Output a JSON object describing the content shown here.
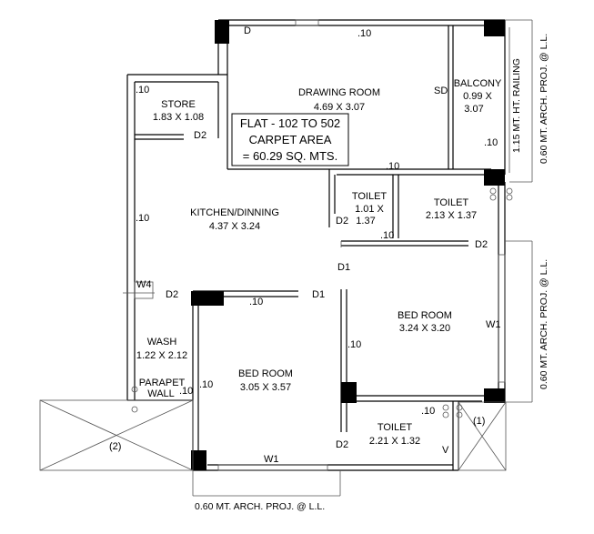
{
  "rooms": {
    "store": {
      "name": "STORE",
      "size": "1.83 X 1.08"
    },
    "drawing": {
      "name": "DRAWING ROOM",
      "size": "4.69 X 3.07"
    },
    "balcony": {
      "name": "BALCONY",
      "size_a": "0.99 X",
      "size_b": "3.07"
    },
    "kitchen": {
      "name": "KITCHEN/DINNING",
      "size": "4.37 X 3.24"
    },
    "toilet1": {
      "name": "TOILET",
      "size_a": "1.01 X",
      "size_b": "1.37"
    },
    "toilet2": {
      "name": "TOILET",
      "size": "2.13 X 1.37"
    },
    "bed1": {
      "name": "BED ROOM",
      "size": "3.24 X 3.20"
    },
    "wash": {
      "name": "WASH",
      "size": "1.22 X 2.12"
    },
    "bed2": {
      "name": "BED ROOM",
      "size": "3.05 X 3.57"
    },
    "toilet3": {
      "name": "TOILET",
      "size": "2.21 X 1.32"
    }
  },
  "flat": {
    "line1": "FLAT - 102 TO 502",
    "line2": "CARPET AREA",
    "line3": "= 60.29 SQ. MTS."
  },
  "parapet": {
    "line1": "PARAPET",
    "line2": "WALL"
  },
  "labels": {
    "door": "D",
    "door2": "D2",
    "door1": "D1",
    "sliding_door": "SD",
    "window1": "W1",
    "window4": "W4",
    "ventilator": "V",
    "wall_010": ".10",
    "marker1": "(1)",
    "marker2": "(2)"
  },
  "notes": {
    "railing": "1.15 MT. HT. RAILING",
    "proj": "0.60 MT. ARCH. PROJ. @ L.L."
  }
}
